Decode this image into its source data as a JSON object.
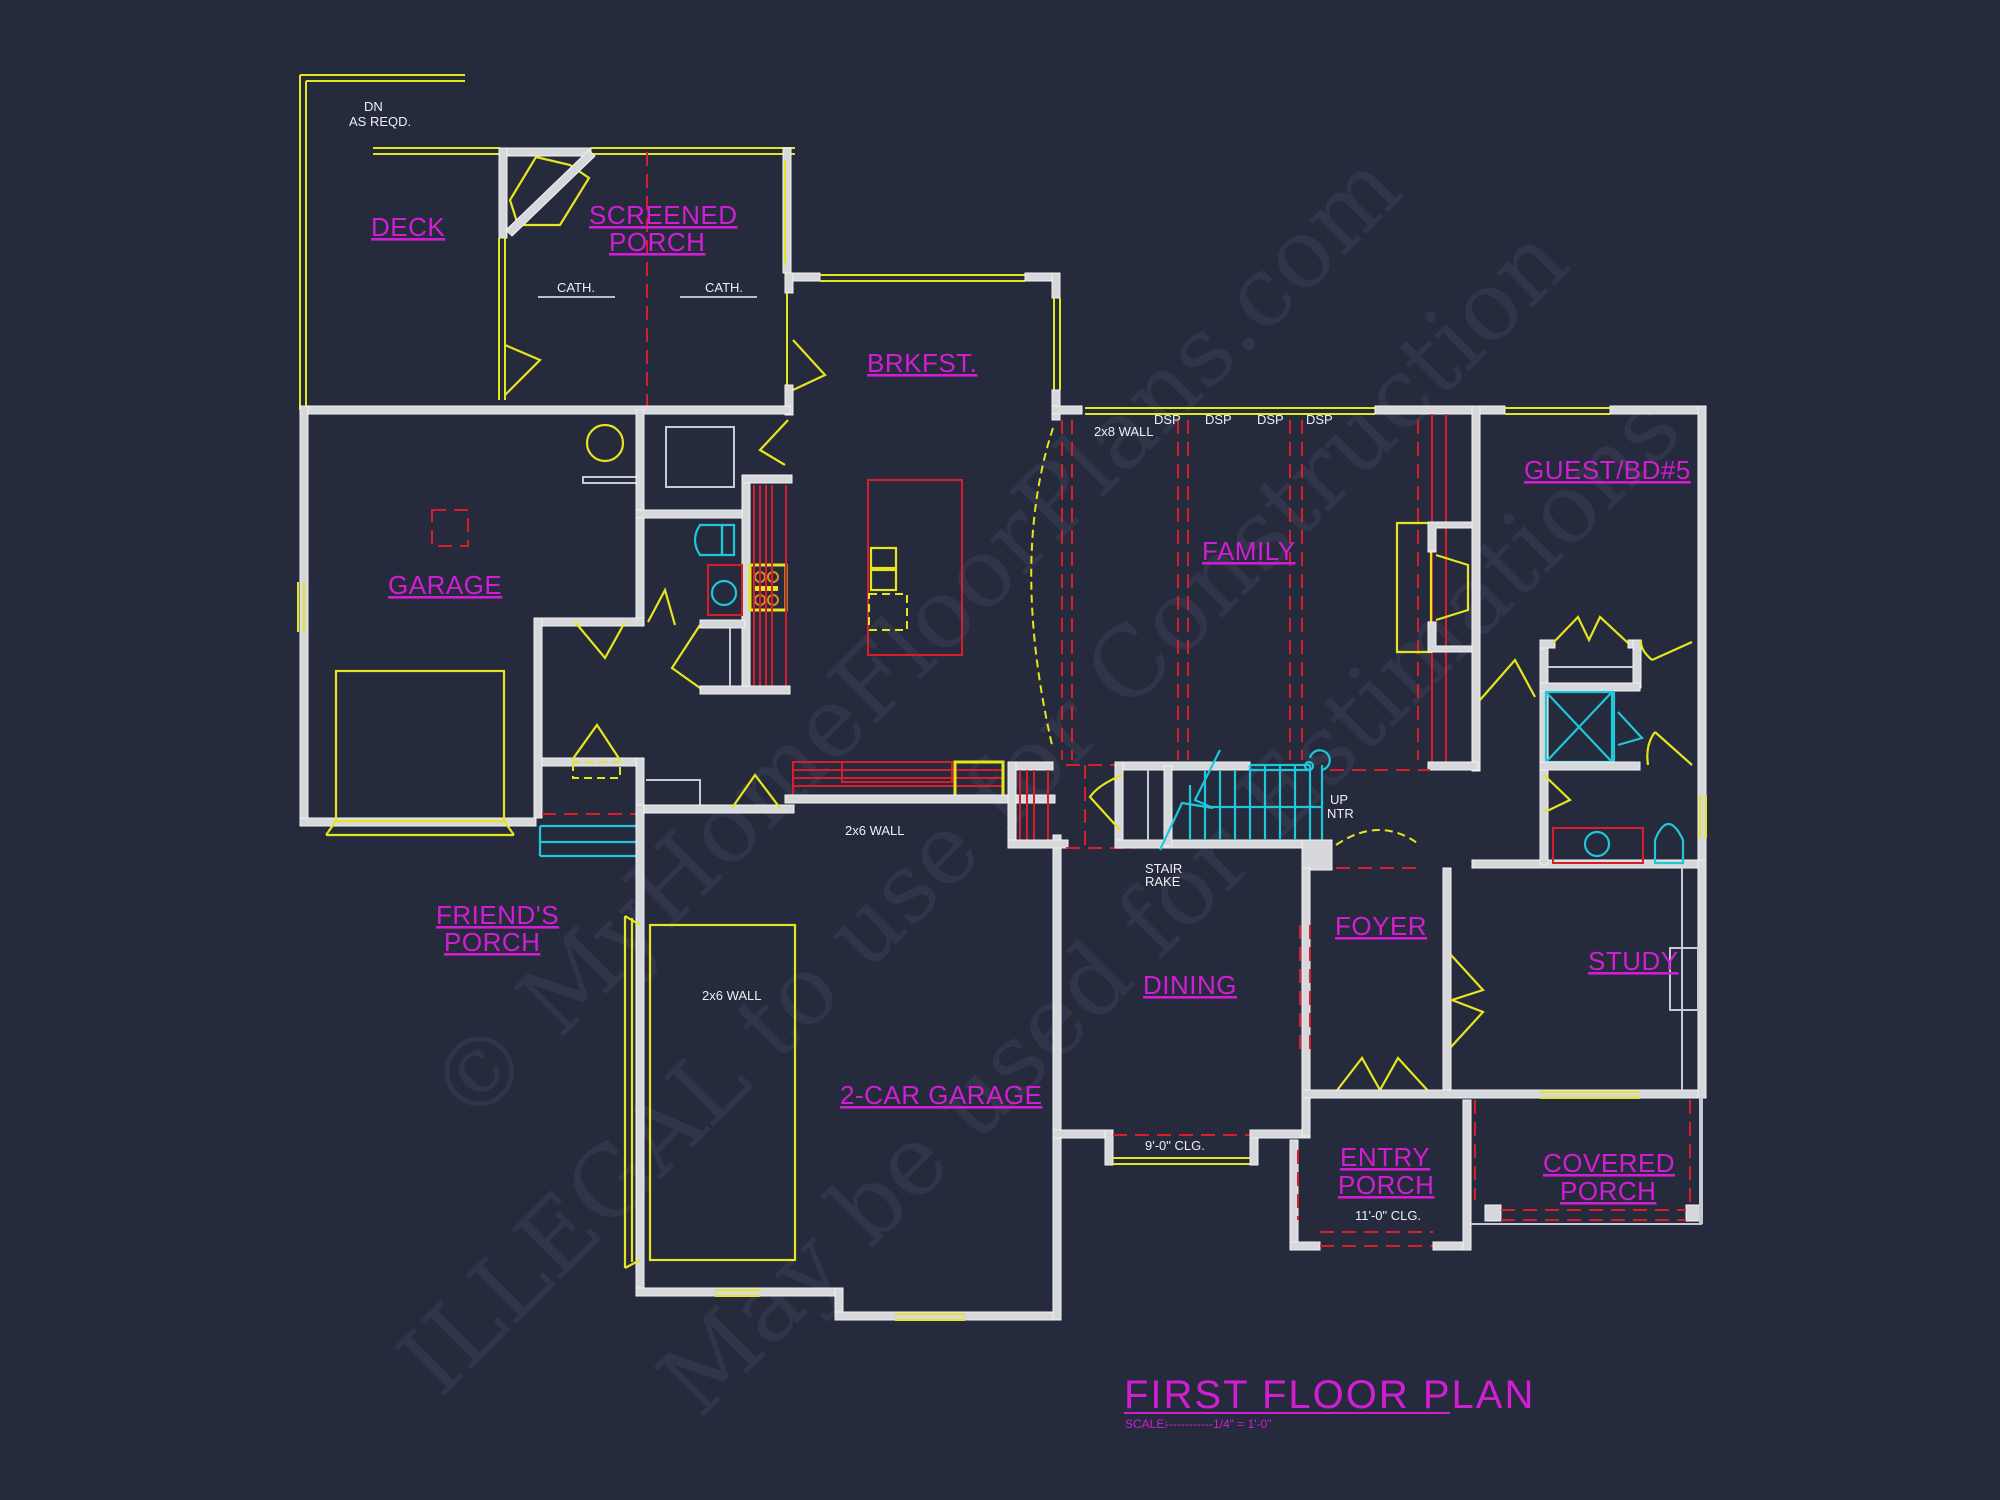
{
  "drawing": {
    "title": "FIRST FLOOR PLAN",
    "scale_label": "SCALE:",
    "scale_value": "------------1/4\" = 1'-0\"",
    "background_color": "#262a3d",
    "colors": {
      "room_label": "#d21ed2",
      "wall": "#d6d8dc",
      "door_window": "#e6e61e",
      "ceiling_line": "#d81e2a",
      "fixture": "#1ec8d8",
      "note_text": "#eef0f4"
    }
  },
  "rooms": {
    "deck": "DECK",
    "screened_porch_1": "SCREENED",
    "screened_porch_2": "PORCH",
    "brkfst": "BRKFST.",
    "garage": "GARAGE",
    "family": "FAMILY",
    "guest": "GUEST/BD#5",
    "friends_porch_1": "FRIEND'S",
    "friends_porch_2": "PORCH",
    "two_car_garage": "2-CAR GARAGE",
    "dining": "DINING",
    "foyer": "FOYER",
    "study": "STUDY",
    "entry_porch_1": "ENTRY",
    "entry_porch_2": "PORCH",
    "covered_porch_1": "COVERED",
    "covered_porch_2": "PORCH"
  },
  "notes": {
    "dn": "DN",
    "as_reqd": "AS REQD.",
    "cath_left": "CATH.",
    "cath_right": "CATH.",
    "wall_2x8": "2x8 WALL",
    "dsp": [
      "DSP",
      "DSP",
      "DSP",
      "DSP"
    ],
    "wall_2x6_top": "2x6 WALL",
    "wall_2x6_garage": "2x6 WALL",
    "stair_1": "STAIR",
    "stair_2": "RAKE",
    "up": "UP",
    "ntr": "NTR",
    "dining_clg": "9'-0\" CLG.",
    "entry_clg": "11'-0\" CLG."
  },
  "watermark": {
    "line1": "© MyHomeFloorPlans.com",
    "line2": "ILLEGAL to use for Construction",
    "line3": "May be used for Estimations"
  }
}
